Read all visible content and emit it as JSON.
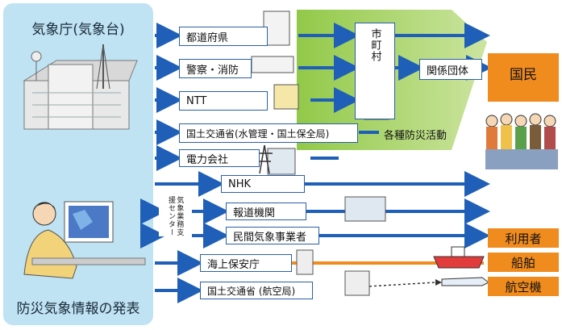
{
  "left_panel": {
    "title_top": "気象庁(気象台)",
    "title_bottom": "防災気象情報の発表"
  },
  "boxes": {
    "prefecture": "都道府県",
    "police_fire": "警察・消防",
    "ntt": "NTT",
    "mlit_water": "国土交通省(水管理・国土保全局)",
    "power": "電力会社",
    "nhk": "NHK",
    "media": "報道機関",
    "private_weather": "民間気象事業者",
    "coast_guard": "海上保安庁",
    "mlit_aviation": "国土交通省 (航空局)",
    "municipality": "市町村",
    "related_orgs": "関係団体"
  },
  "support_center": "気象業務支援センター",
  "activity_label": "各種防災活動",
  "targets": {
    "citizens": "国民",
    "users": "利用者",
    "ships": "船舶",
    "aircraft": "航空機"
  },
  "colors": {
    "arrow_blue": "#1f5fb8",
    "panel_blue": "#bfe3f3",
    "orange": "#f08b1e",
    "green": "#9ccb3c"
  }
}
